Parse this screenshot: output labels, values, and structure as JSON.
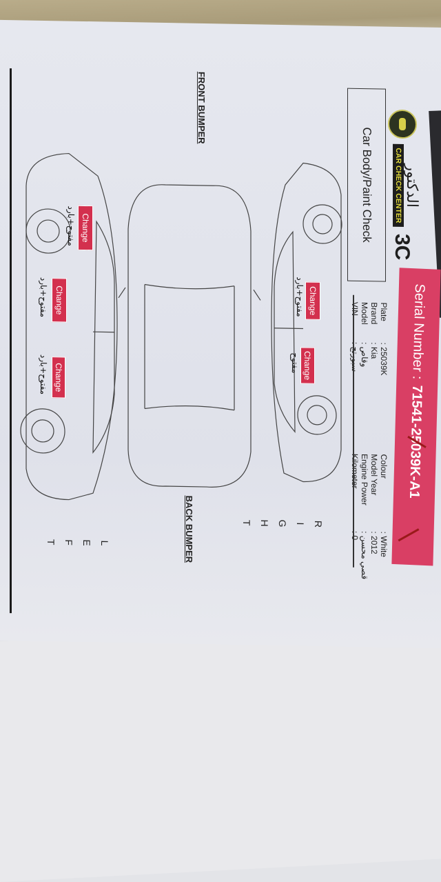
{
  "header": {
    "logo_arabic": "الدكتور",
    "logo_english": "CAR CHECK CENTER",
    "logo_code": "3C",
    "serial_label": "Serial Number :",
    "serial_value": "71541-25039K-A1",
    "section_title": "Car Body/Paint Check"
  },
  "info_left": [
    {
      "label": "Plate",
      "value": ": 25039K"
    },
    {
      "label": "Brand",
      "value": ": Kia"
    },
    {
      "label": "Model",
      "value": ": وقاص"
    },
    {
      "label": "VIN",
      "value": ": سبورتج"
    }
  ],
  "info_right": [
    {
      "label": "Colour",
      "value": ": White"
    },
    {
      "label": "Model Year",
      "value": ": 2012"
    },
    {
      "label": "Engine Power",
      "value": ": قصي محسن"
    },
    {
      "label": "Kilometer",
      "value": ": 0"
    }
  ],
  "labels": {
    "front_bumper": "FRONT BUMPER",
    "back_bumper": "BACK BUMPER",
    "right": "RIGHT",
    "left": "LEFT"
  },
  "marks": [
    {
      "badge": "Change",
      "note": "مفتوح+بارد"
    },
    {
      "badge": "Change",
      "note": "مفتوح"
    },
    {
      "badge": "Change",
      "note": "مفتوح+بارد"
    },
    {
      "badge": "Change",
      "note": "مفتوح+بارد"
    },
    {
      "badge": "Change",
      "note": "مفتوح+بارد"
    }
  ],
  "colors": {
    "serial_band": "#d93f64",
    "badge": "#d3304e"
  }
}
